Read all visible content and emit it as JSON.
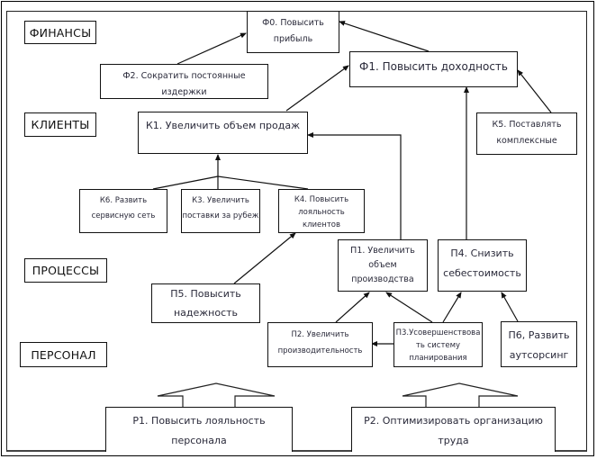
{
  "lanes": {
    "finance": "ФИНАНСЫ",
    "clients": "КЛИЕНТЫ",
    "processes": "ПРОЦЕССЫ",
    "personnel": "ПЕРСОНАЛ"
  },
  "nodes": {
    "f0": [
      "Ф0. Повысить",
      "прибыль"
    ],
    "f1": [
      "Ф1. Повысить доходность"
    ],
    "f2": [
      "Ф2. Сократить постоянные издержки"
    ],
    "k1": [
      "К1. Увеличить объем продаж"
    ],
    "k3": [
      "К3. Увеличить",
      "поставки за рубеж"
    ],
    "k4": [
      "К4. Повысить",
      "лояльность",
      "клиентов"
    ],
    "k5": [
      "К5. Поставлять",
      "комплексные"
    ],
    "k6": [
      "К6. Развить",
      "сервисную сеть"
    ],
    "p1": [
      "П1. Увеличить",
      "объем",
      "производства"
    ],
    "p2": [
      "П2. Увеличить",
      "производительность"
    ],
    "p3": [
      "П3.Усовершенствова",
      "ть систему",
      "планирования"
    ],
    "p4": [
      "П4. Снизить",
      "себестоимость"
    ],
    "p5": [
      "П5. Повысить",
      "надежность"
    ],
    "p6": [
      "П6, Развить",
      "аутсорсинг"
    ],
    "r1": [
      "Р1. Повысить лояльность",
      "персонала"
    ],
    "r2": [
      "Р2. Оптимизировать организацию",
      "труда"
    ]
  },
  "links": [
    {
      "from": "f2",
      "to": "f0"
    },
    {
      "from": "f1",
      "to": "f0"
    },
    {
      "from": "k1",
      "to": "f1"
    },
    {
      "from": "p4",
      "to": "f1"
    },
    {
      "from": "k5",
      "to": "f1"
    },
    {
      "from": "p1",
      "to": "k1"
    },
    {
      "from": "k6",
      "to": "k1"
    },
    {
      "from": "k3",
      "to": "k1"
    },
    {
      "from": "k4",
      "to": "k1"
    },
    {
      "from": "p5",
      "to": "k4"
    },
    {
      "from": "p2",
      "to": "p1"
    },
    {
      "from": "p3",
      "to": "p1"
    },
    {
      "from": "p3",
      "to": "p4"
    },
    {
      "from": "p3",
      "to": "p2"
    },
    {
      "from": "p6",
      "to": "p4"
    },
    {
      "from": "r1",
      "to": "personnel-level"
    },
    {
      "from": "r2",
      "to": "personnel-level"
    }
  ]
}
